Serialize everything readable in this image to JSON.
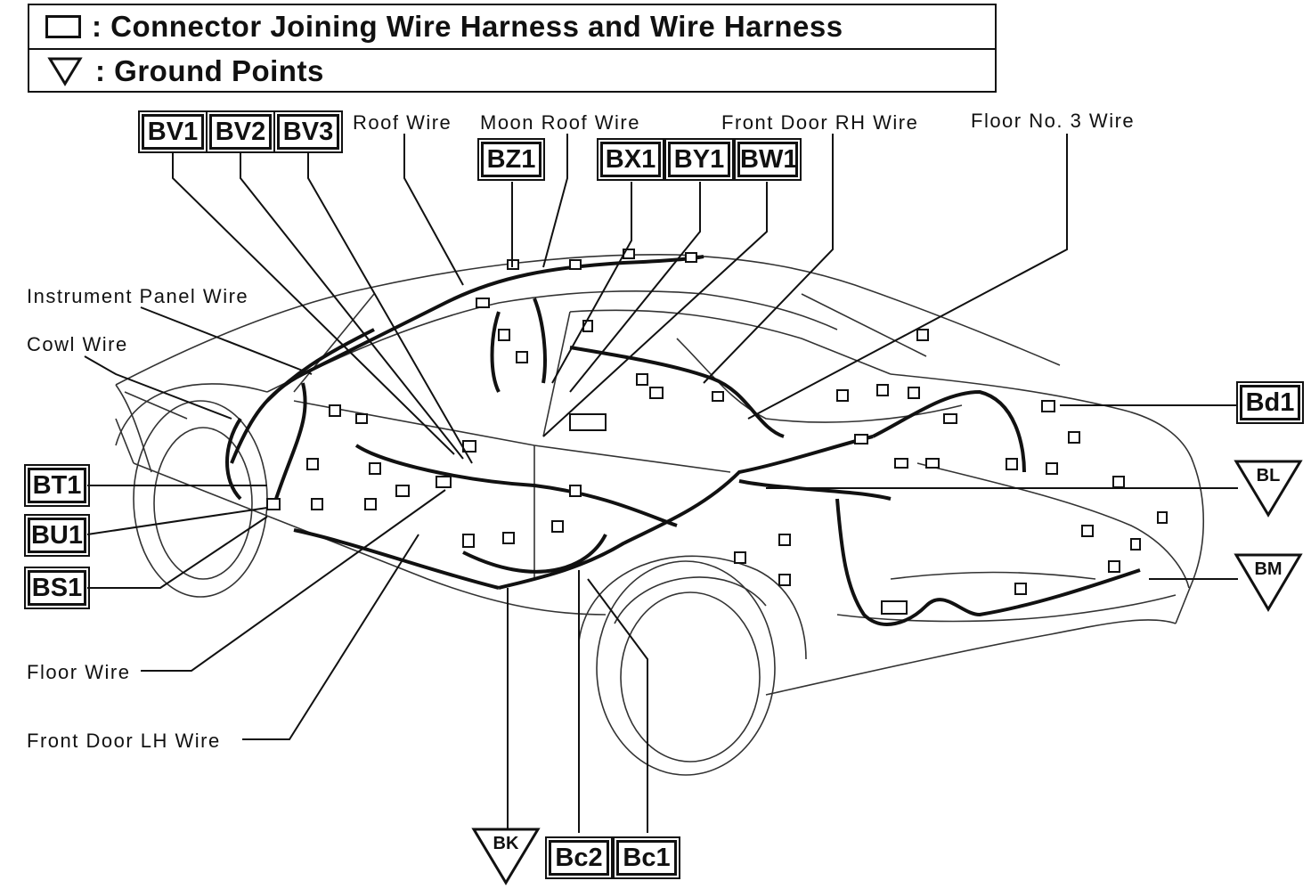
{
  "legend": {
    "connector_symbol_text": ": Connector Joining Wire Harness and Wire Harness",
    "ground_symbol_text": ": Ground Points"
  },
  "connectors": {
    "bv1": "BV1",
    "bv2": "BV2",
    "bv3": "BV3",
    "bz1": "BZ1",
    "bx1": "BX1",
    "by1": "BY1",
    "bw1": "BW1",
    "bt1": "BT1",
    "bu1": "BU1",
    "bs1": "BS1",
    "bd1": "Bd1",
    "bc2": "Bc2",
    "bc1": "Bc1"
  },
  "grounds": {
    "bl": "BL",
    "bm": "BM",
    "bk": "BK"
  },
  "wires": {
    "roof": "Roof Wire",
    "moon_roof": "Moon Roof Wire",
    "front_door_rh": "Front Door RH Wire",
    "floor_no3": "Floor No. 3 Wire",
    "instrument_panel": "Instrument Panel Wire",
    "cowl": "Cowl Wire",
    "floor": "Floor Wire",
    "front_door_lh": "Front Door LH Wire"
  }
}
